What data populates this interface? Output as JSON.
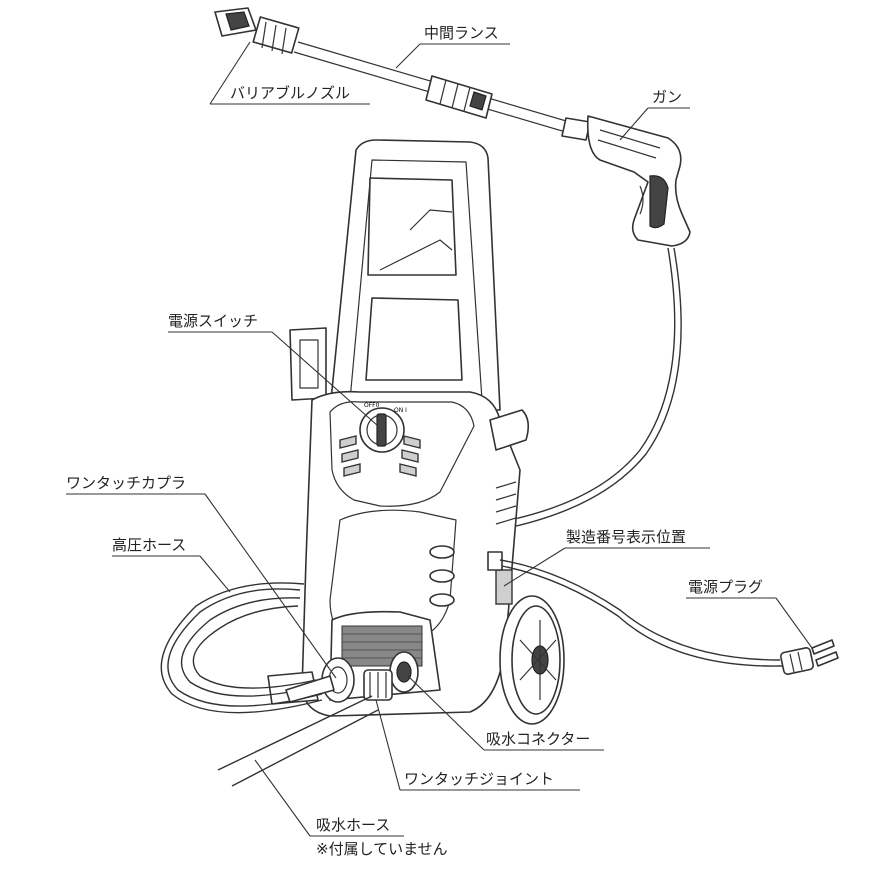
{
  "labels": {
    "nozzle": "バリアブルノズル",
    "mid_lance": "中間ランス",
    "gun": "ガン",
    "power_switch": "電源スイッチ",
    "coupler": "ワンタッチカプラ",
    "hp_hose": "高圧ホース",
    "serial": "製造番号表示位置",
    "plug": "電源プラグ",
    "intake_connector": "吸水コネクター",
    "joint": "ワンタッチジョイント",
    "intake_hose": "吸水ホース",
    "intake_hose_note": "※付属していません"
  },
  "dial": {
    "off": "OFF0",
    "on": "ON I"
  }
}
